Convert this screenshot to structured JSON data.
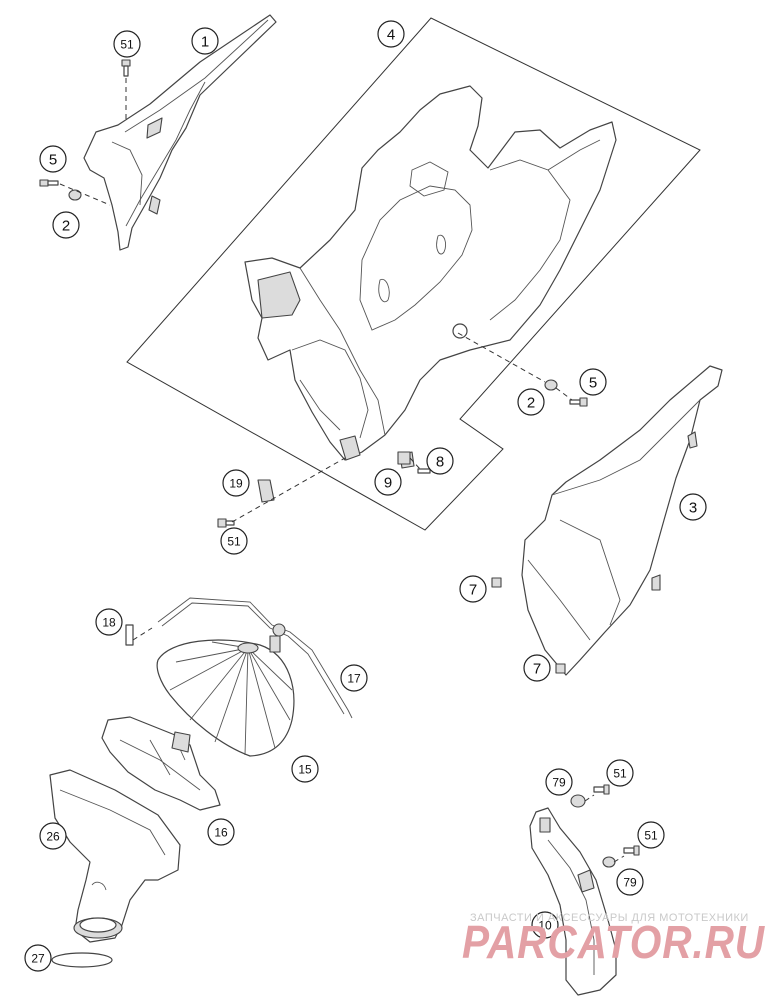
{
  "callouts": [
    {
      "id": "c1",
      "text": "1"
    },
    {
      "id": "c51a",
      "text": "51"
    },
    {
      "id": "c4",
      "text": "4"
    },
    {
      "id": "c5a",
      "text": "5"
    },
    {
      "id": "c2a",
      "text": "2"
    },
    {
      "id": "c5b",
      "text": "5"
    },
    {
      "id": "c2b",
      "text": "2"
    },
    {
      "id": "c3",
      "text": "3"
    },
    {
      "id": "c8",
      "text": "8"
    },
    {
      "id": "c9",
      "text": "9"
    },
    {
      "id": "c19",
      "text": "19"
    },
    {
      "id": "c51b",
      "text": "51"
    },
    {
      "id": "c7a",
      "text": "7"
    },
    {
      "id": "c7b",
      "text": "7"
    },
    {
      "id": "c18",
      "text": "18"
    },
    {
      "id": "c17",
      "text": "17"
    },
    {
      "id": "c15",
      "text": "15"
    },
    {
      "id": "c16",
      "text": "16"
    },
    {
      "id": "c26",
      "text": "26"
    },
    {
      "id": "c27",
      "text": "27"
    },
    {
      "id": "c79a",
      "text": "79"
    },
    {
      "id": "c51c",
      "text": "51"
    },
    {
      "id": "c51d",
      "text": "51"
    },
    {
      "id": "c79b",
      "text": "79"
    },
    {
      "id": "c10",
      "text": "10"
    }
  ],
  "watermark": {
    "caption": "ЗАПЧАСТИ И АКСЕССУАРЫ ДЛЯ МОТОТЕХНИКИ",
    "brand": "PARCATOR.RU",
    "brand_color": "#e3a0a5"
  }
}
